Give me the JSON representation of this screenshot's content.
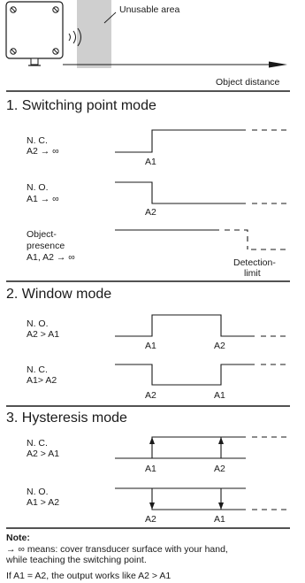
{
  "top": {
    "unusable_label": "Unusable area",
    "axis_label": "Object distance",
    "unusable_color": "#cfcfcf"
  },
  "sections": [
    {
      "title": "1. Switching point mode",
      "items": [
        {
          "line1": "N. C.",
          "line2": "A2 → ∞",
          "ticks": [
            "A1"
          ]
        },
        {
          "line1": "N. O.",
          "line2": "A1 → ∞",
          "ticks": [
            "A2"
          ]
        },
        {
          "line1": "Object-",
          "line2": "presence",
          "line3": "A1, A2 → ∞",
          "tag1": "Detection-",
          "tag2": "limit"
        }
      ]
    },
    {
      "title": "2. Window mode",
      "items": [
        {
          "line1": "N. O.",
          "line2": "A2 > A1",
          "ticks": [
            "A1",
            "A2"
          ]
        },
        {
          "line1": "N. C.",
          "line2": "A1> A2",
          "ticks": [
            "A2",
            "A1"
          ]
        }
      ]
    },
    {
      "title": "3. Hysteresis mode",
      "items": [
        {
          "line1": "N. C.",
          "line2": "A2 > A1",
          "ticks": [
            "A1",
            "A2"
          ]
        },
        {
          "line1": "N. O.",
          "line2": "A1 > A2",
          "ticks": [
            "A2",
            "A1"
          ]
        }
      ]
    }
  ],
  "note": {
    "heading": "Note:",
    "line1": "→ ∞  means: cover transducer surface with your hand,",
    "line2": "while teaching the switching point.",
    "line3": "If A1 = A2, the output works like A2 > A1"
  }
}
